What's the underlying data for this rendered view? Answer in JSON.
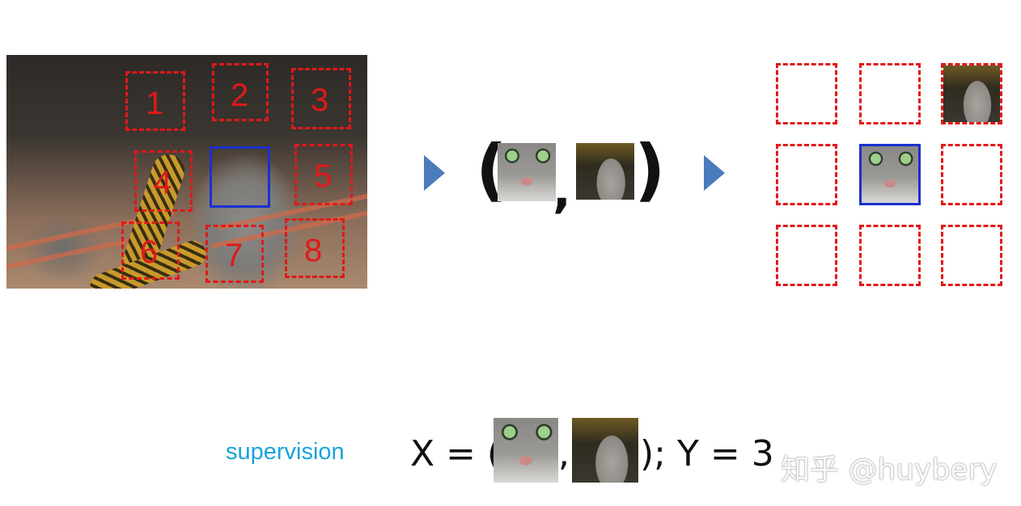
{
  "photo": {
    "region_labels": [
      "1",
      "2",
      "3",
      "4",
      "5",
      "6",
      "7",
      "8"
    ]
  },
  "tuple": {
    "comma": ",",
    "open": "(",
    "close": ")"
  },
  "bottom": {
    "label": "supervision",
    "x_prefix": "X = (",
    "comma": ",",
    "y_suffix": "); Y = 3"
  },
  "watermark": "知乎 @huybery",
  "colors": {
    "dashed_box": "#e01919",
    "center_box": "#1a2fd0",
    "arrow": "#4a7bbd",
    "label": "#1aa3d8"
  },
  "icons": [
    "right-triangle-arrow-icon"
  ]
}
